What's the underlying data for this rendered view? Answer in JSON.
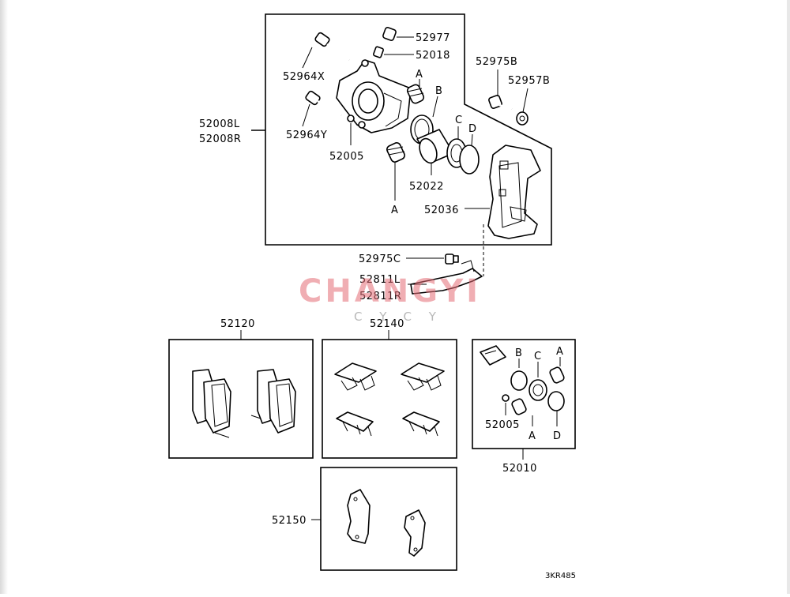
{
  "diagram": {
    "main_group_labels": [
      "52008L",
      "52008R"
    ],
    "labels": {
      "p52977": "52977",
      "p52018": "52018",
      "p52964X": "52964X",
      "p52964Y": "52964Y",
      "p52005_main": "52005",
      "p52022": "52022",
      "p52036": "52036",
      "p52975B": "52975B",
      "p52957B": "52957B",
      "p52975C": "52975C",
      "p52811L": "52811L",
      "p52811R": "52811R",
      "p52120": "52120",
      "p52140": "52140",
      "p52010": "52010",
      "p52005_kit": "52005",
      "p52150": "52150"
    },
    "callouts": {
      "A": "A",
      "B": "B",
      "C": "C",
      "D": "D"
    },
    "watermark": {
      "main": "CHANGYI",
      "sub": "CYCY"
    },
    "figure_code": "3KR485"
  }
}
